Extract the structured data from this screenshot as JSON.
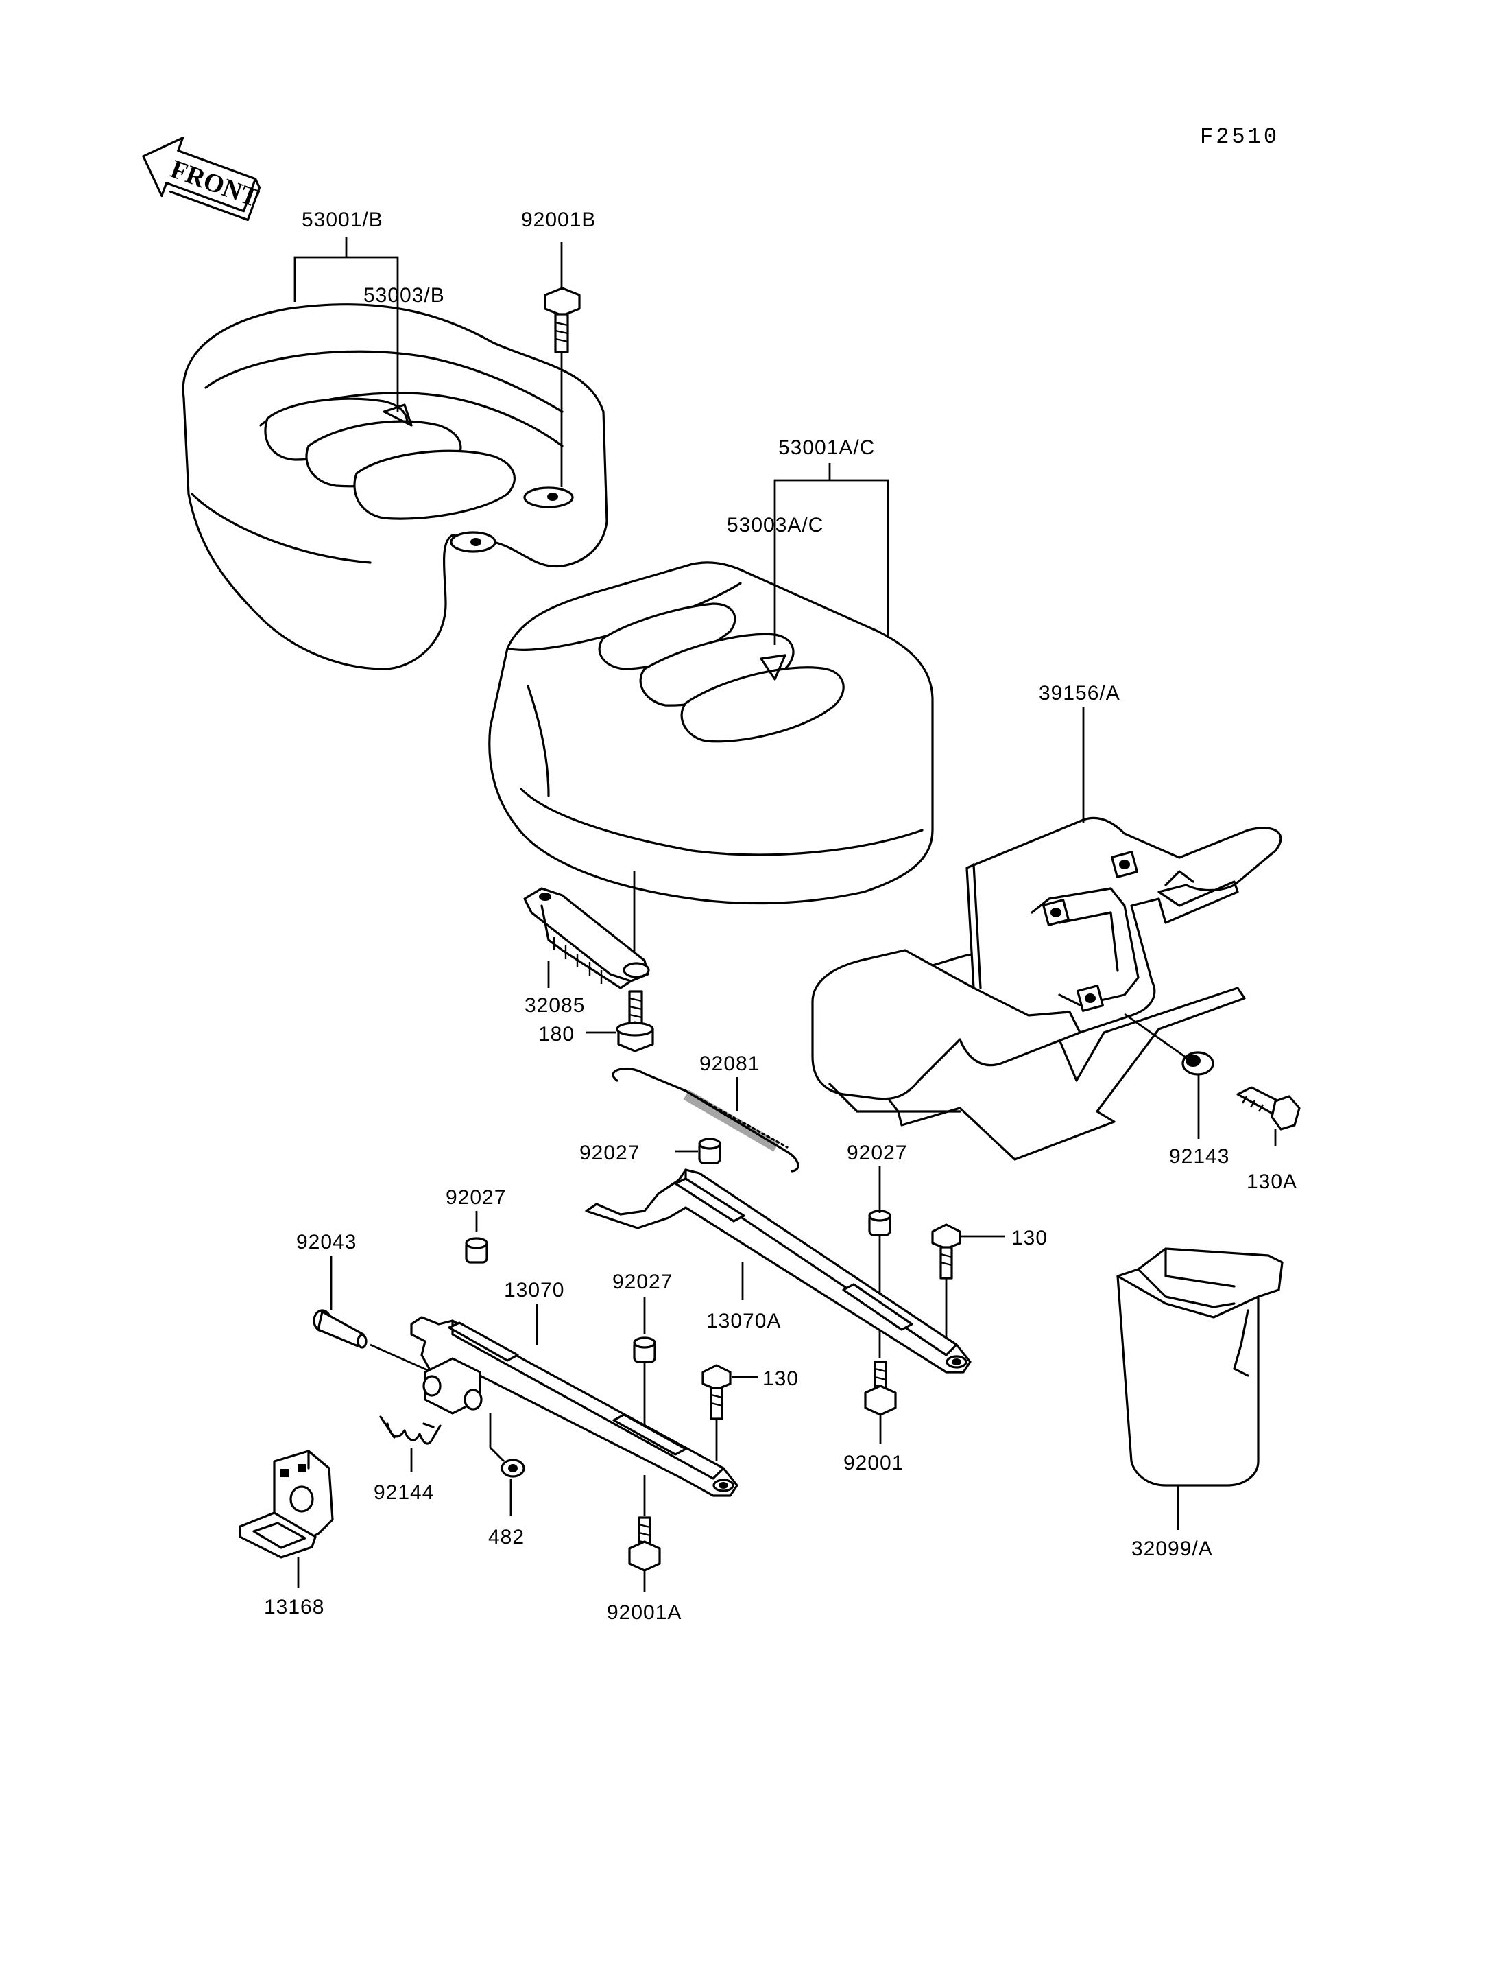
{
  "figure_code": "F2510",
  "front_arrow_text": "FRONT",
  "labels": {
    "l53001B": "53001/B",
    "l53003B": "53003/B",
    "l92001B": "92001B",
    "l53001AC": "53001A/C",
    "l53003AC": "53003A/C",
    "l39156A": "39156/A",
    "l32085": "32085",
    "l180": "180",
    "l92081": "92081",
    "l92027a": "92027",
    "l92027b": "92027",
    "l92027c": "92027",
    "l92027d": "92027",
    "l92043": "92043",
    "l13070": "13070",
    "l13070A": "13070A",
    "l130a": "130",
    "l130b": "130",
    "l92143": "92143",
    "l130A": "130A",
    "l92001": "92001",
    "l92144": "92144",
    "l482": "482",
    "l13168": "13168",
    "l92001A": "92001A",
    "l32099A": "32099/A"
  }
}
